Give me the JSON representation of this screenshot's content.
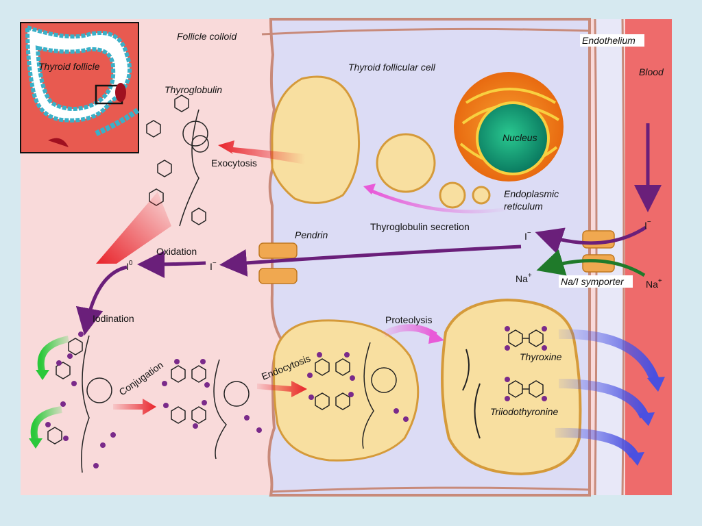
{
  "labels": {
    "follicle_colloid": "Follicle colloid",
    "thyroid_follicular_cell": "Thyroid follicular cell",
    "endothelium": "Endothelium",
    "blood": "Blood",
    "thyroid_follicle": "Thyroid follicle",
    "thyroglobulin": "Thyroglobulin",
    "exocytosis": "Exocytosis",
    "nucleus": "Nucleus",
    "endoplasmic": "Endoplasmic",
    "reticulum": "reticulum",
    "thyroglobulin_secretion": "Thyroglobulin secretion",
    "pendrin": "Pendrin",
    "oxidation": "Oxidation",
    "iodine_atom": "I",
    "iodine_atom_sup": "0",
    "iodide": "I",
    "iodide_sup": "−",
    "sodium": "Na",
    "sodium_sup": "+",
    "na_i_symporter": "Na/I symporter",
    "iodination": "Iodination",
    "conjugation": "Conjugation",
    "endocytosis": "Endocytosis",
    "proteolysis": "Proteolysis",
    "thyroxine": "Thyroxine",
    "triiodothyronine": "Triiodothyronine"
  },
  "colors": {
    "background": "#d6e9f0",
    "colloid": "#f9dada",
    "cytoplasm": "#dcdcf5",
    "blood": "#ee6b6b",
    "vesicle": "#f8dfa0",
    "vesicle_edge": "#d59a3a",
    "membrane": "#c88a7a",
    "pendrin": "#f0a850",
    "iodine": "#7a2a8a",
    "exocytosis_arrow": "#e8232a",
    "secretion_arrow": "#e85ad8",
    "hormone_arrow": "#5a64e8",
    "green_arrow": "#3ad84a",
    "nucleus": "#1aa07a",
    "er": "#f08a1a"
  }
}
